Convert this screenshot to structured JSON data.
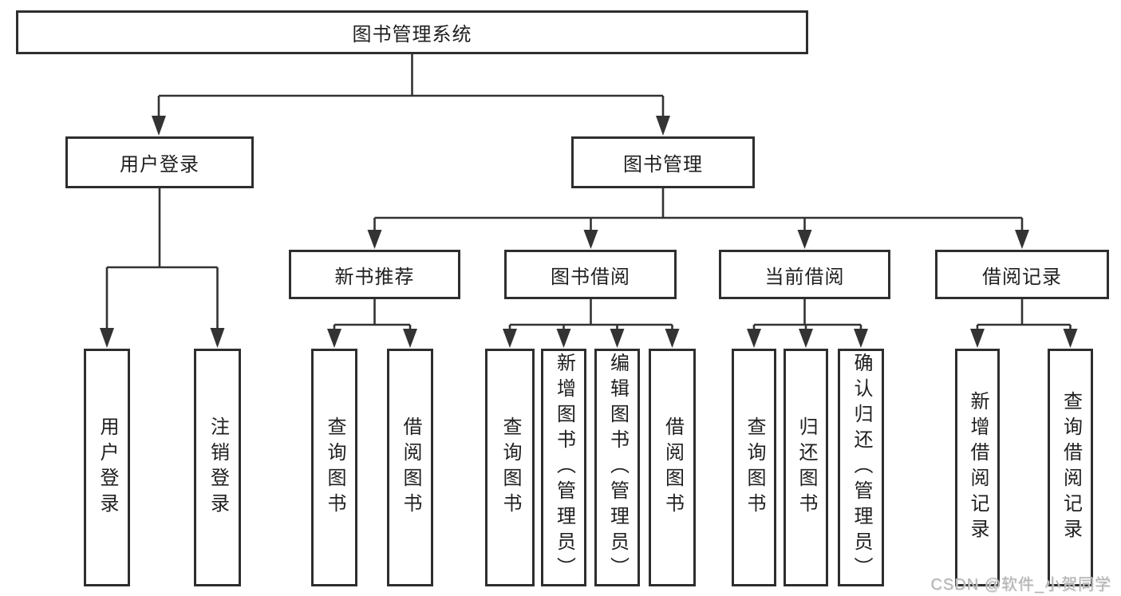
{
  "diagram": {
    "root": {
      "label": "图书管理系统"
    },
    "level2": [
      {
        "label": "用户登录"
      },
      {
        "label": "图书管理"
      }
    ],
    "level3": [
      {
        "label": "新书推荐"
      },
      {
        "label": "图书借阅"
      },
      {
        "label": "当前借阅"
      },
      {
        "label": "借阅记录"
      }
    ],
    "groups": [
      {
        "parent": "用户登录",
        "children": [
          "用户登录",
          "注销登录"
        ]
      },
      {
        "parent": "新书推荐",
        "children": [
          "查询图书",
          "借阅图书"
        ]
      },
      {
        "parent": "图书借阅",
        "children": [
          "查询图书",
          "新增图书（管理员）",
          "编辑图书（管理员）",
          "借阅图书"
        ]
      },
      {
        "parent": "当前借阅",
        "children": [
          "查询图书",
          "归还图书",
          "确认归还（管理员）"
        ]
      },
      {
        "parent": "借阅记录",
        "children": [
          "新增借阅记录",
          "查询借阅记录"
        ]
      }
    ],
    "colors": {
      "line": "#333333",
      "box_border": "#2e2e2e",
      "text": "#1f1f1f",
      "background": "#ffffff",
      "watermark": "#b3b3b3"
    }
  },
  "watermark": {
    "text": "CSDN @软件_小贺同学"
  }
}
